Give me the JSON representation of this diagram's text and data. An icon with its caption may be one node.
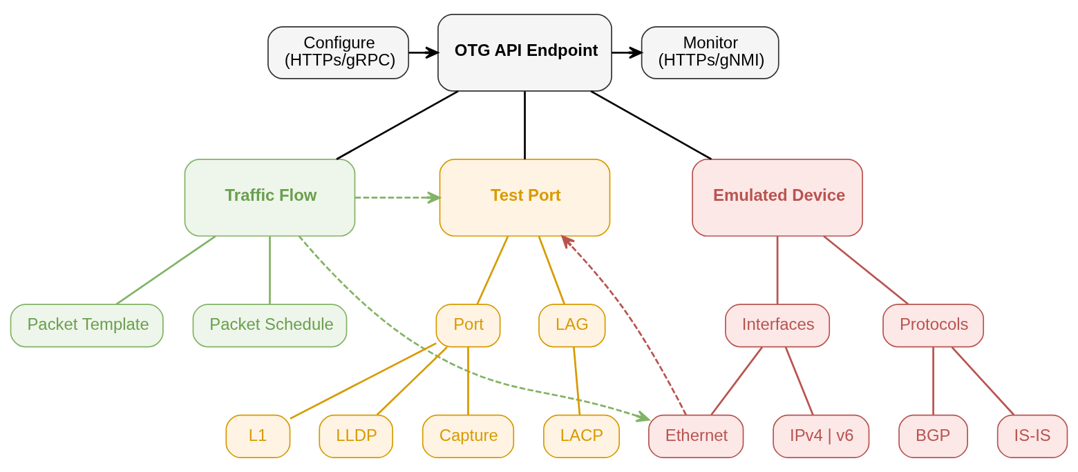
{
  "diagram": {
    "nodes": [
      {
        "text": [
          "Configure",
          "(HTTPs/gRPC)"
        ]
      },
      {
        "text": [
          "OTG API Endpoint"
        ]
      },
      {
        "text": [
          "Monitor",
          "(HTTPs/gNMI)"
        ]
      },
      {
        "text": [
          "Traffic Flow"
        ]
      },
      {
        "text": [
          "Test Port"
        ]
      },
      {
        "text": [
          "Emulated Device"
        ]
      },
      {
        "text": [
          "Packet Template"
        ]
      },
      {
        "text": [
          "Packet Schedule"
        ]
      },
      {
        "text": [
          "Port"
        ]
      },
      {
        "text": [
          "LAG"
        ]
      },
      {
        "text": [
          "Interfaces"
        ]
      },
      {
        "text": [
          "Protocols"
        ]
      },
      {
        "text": [
          "L1"
        ]
      },
      {
        "text": [
          "LLDP"
        ]
      },
      {
        "text": [
          "Capture"
        ]
      },
      {
        "text": [
          "LACP"
        ]
      },
      {
        "text": [
          "Ethernet"
        ]
      },
      {
        "text": [
          "IPv4 | v6"
        ]
      },
      {
        "text": [
          "BGP"
        ]
      },
      {
        "text": [
          "IS-IS"
        ]
      }
    ],
    "edges": [
      {
        "from": 0,
        "to": 1,
        "arrow": "to",
        "color": "#000000"
      },
      {
        "from": 1,
        "to": 2,
        "arrow": "to",
        "color": "#000000"
      },
      {
        "from": 1,
        "to": 3,
        "arrow": "none",
        "color": "#000000"
      },
      {
        "from": 1,
        "to": 4,
        "arrow": "none",
        "color": "#000000"
      },
      {
        "from": 1,
        "to": 5,
        "arrow": "none",
        "color": "#000000"
      },
      {
        "from": 3,
        "to": 4,
        "arrow": "to",
        "style": "dashed",
        "color": "#82b366"
      },
      {
        "from": 16,
        "to": 4,
        "arrow": "to",
        "style": "dashed",
        "color": "#b85450"
      },
      {
        "from": 3,
        "to": 16,
        "arrow": "to",
        "style": "dashed",
        "color": "#82b366"
      },
      {
        "from": 3,
        "to": 6,
        "arrow": "none",
        "color": "#82b366"
      },
      {
        "from": 3,
        "to": 7,
        "arrow": "none",
        "color": "#82b366"
      },
      {
        "from": 4,
        "to": 8,
        "arrow": "none",
        "color": "#d79b00"
      },
      {
        "from": 4,
        "to": 9,
        "arrow": "none",
        "color": "#d79b00"
      },
      {
        "from": 5,
        "to": 10,
        "arrow": "none",
        "color": "#b85450"
      },
      {
        "from": 5,
        "to": 11,
        "arrow": "none",
        "color": "#b85450"
      },
      {
        "from": 8,
        "to": 12,
        "arrow": "none",
        "color": "#d79b00"
      },
      {
        "from": 8,
        "to": 13,
        "arrow": "none",
        "color": "#d79b00"
      },
      {
        "from": 8,
        "to": 14,
        "arrow": "none",
        "color": "#d79b00"
      },
      {
        "from": 9,
        "to": 15,
        "arrow": "none",
        "color": "#d79b00"
      },
      {
        "from": 10,
        "to": 16,
        "arrow": "none",
        "color": "#b85450"
      },
      {
        "from": 10,
        "to": 17,
        "arrow": "none",
        "color": "#b85450"
      },
      {
        "from": 11,
        "to": 18,
        "arrow": "none",
        "color": "#b85450"
      },
      {
        "from": 11,
        "to": 19,
        "arrow": "none",
        "color": "#b85450"
      }
    ]
  }
}
